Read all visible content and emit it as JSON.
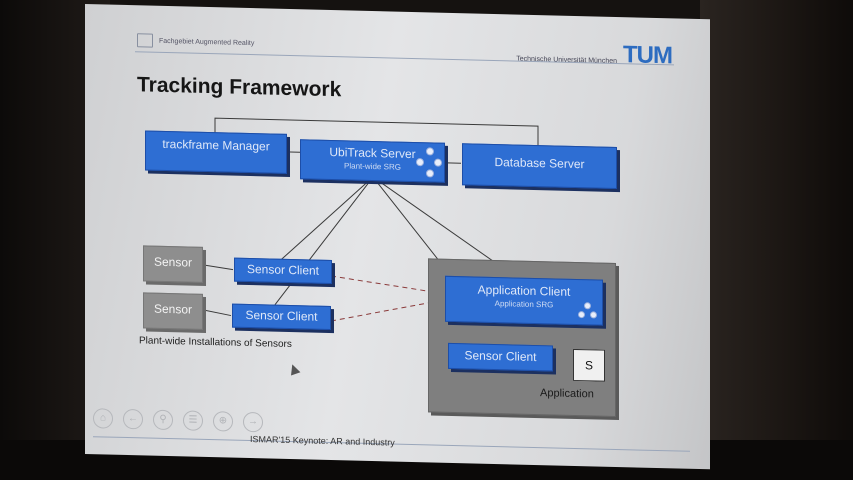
{
  "slide": {
    "header_left": "Fachgebiet Augmented Reality",
    "header_right": "Technische Universität München",
    "logo": "TUM",
    "title": "Tracking Framework",
    "footer": "ISMAR'15 Keynote: AR and Industry"
  },
  "diagram": {
    "trackframe_manager": "trackframe Manager",
    "ubitrack_server": "UbiTrack Server",
    "ubitrack_sub": "Plant-wide SRG",
    "database_server": "Database Server",
    "sensor_1": "Sensor",
    "sensor_2": "Sensor",
    "sensor_client_1": "Sensor Client",
    "sensor_client_2": "Sensor Client",
    "plant_label": "Plant-wide Installations of Sensors",
    "application_client": "Application Client",
    "application_sub": "Application SRG",
    "app_sensor_client": "Sensor Client",
    "s_box": "S",
    "application_label": "Application"
  },
  "colors": {
    "box_blue": "#2e6ed3",
    "sensor_gray": "#8e8e8e",
    "group_gray": "#7f7f7f",
    "tum_blue": "#2d6cc0"
  },
  "icons": [
    "home-icon",
    "back-icon",
    "search-icon",
    "menu-icon",
    "zoom-icon",
    "next-icon"
  ]
}
